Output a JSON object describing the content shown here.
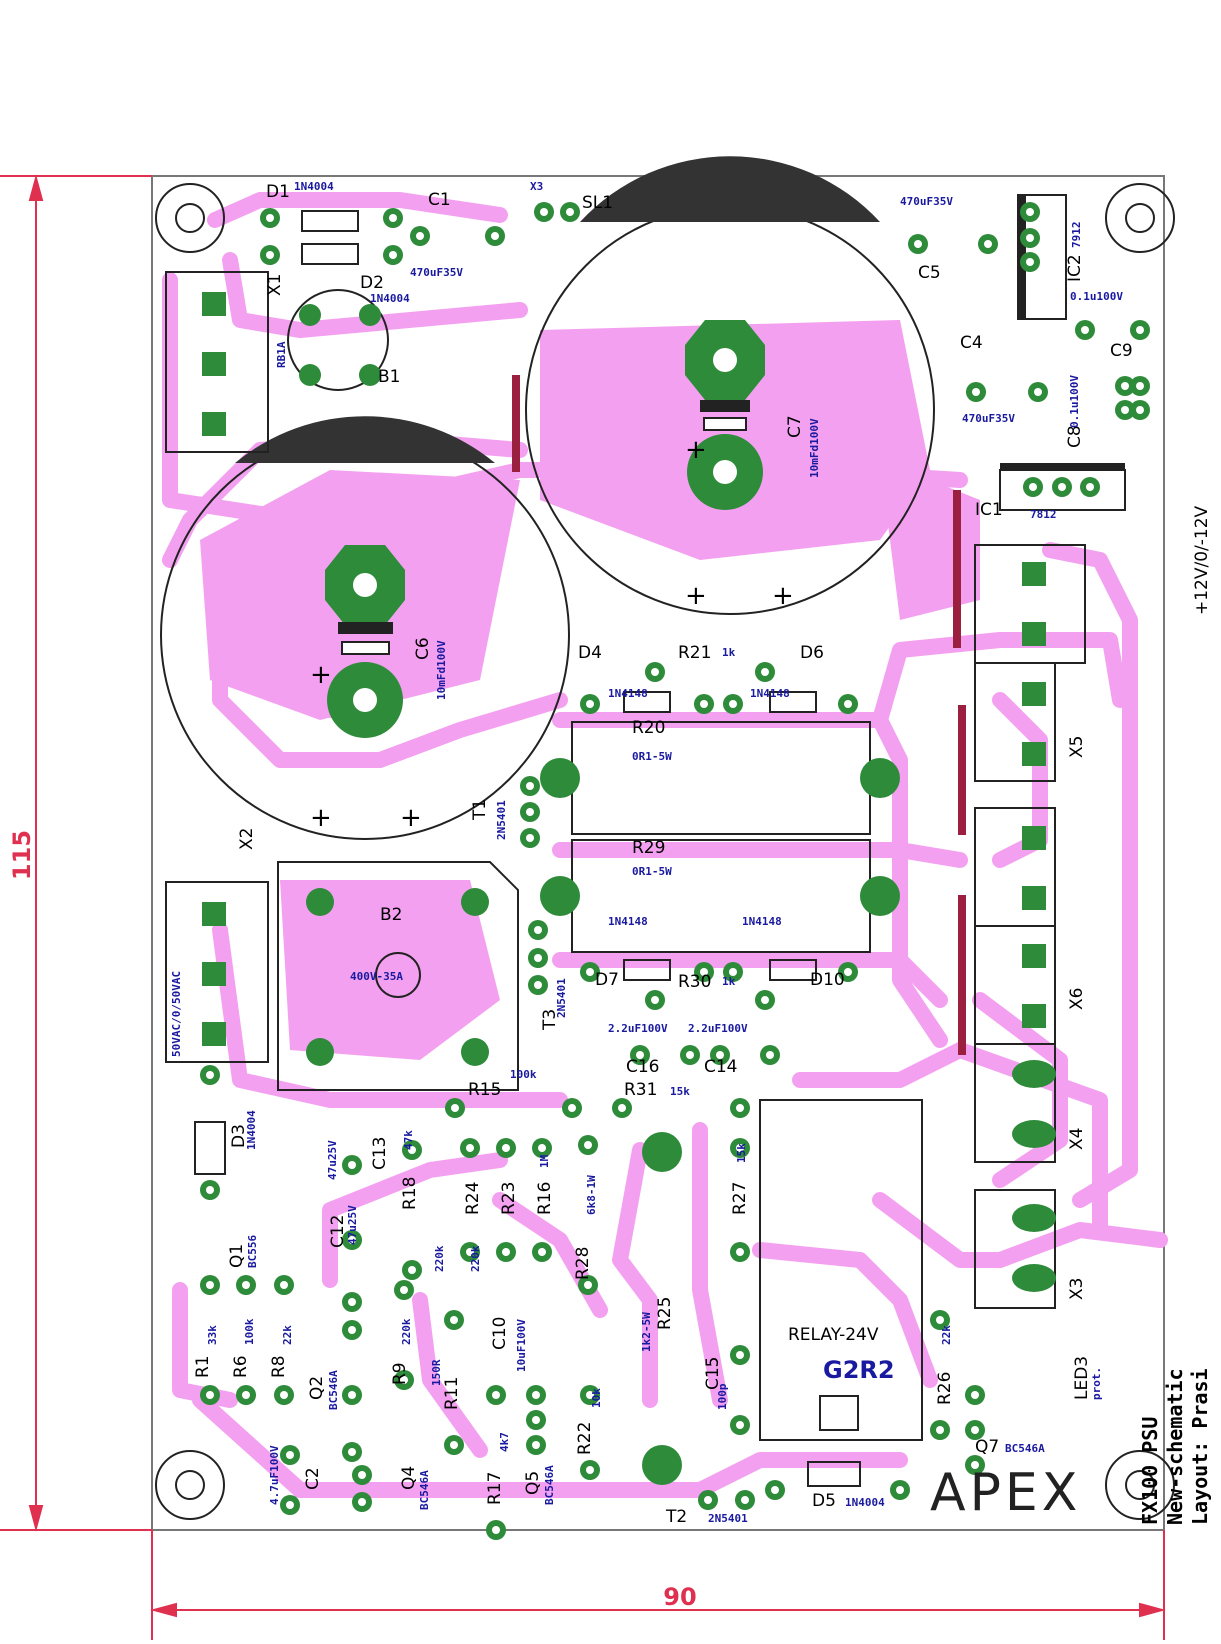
{
  "dimensions": {
    "height": "115",
    "width": "90"
  },
  "connector_labels": {
    "x2_voltage": "50VAC/0/50VAC",
    "out_voltage": "+12V/0/-12V"
  },
  "info": {
    "title": "FX100 PSU",
    "subtitle": "New-schematic",
    "layout": "Layout: Prasi",
    "brand": "APEX",
    "relay": "RELAY-24V",
    "relay_type": "G2R2",
    "led_note": "prot."
  },
  "colors": {
    "trace": "#f4a0f0",
    "pad": "#2e8b3a",
    "jumper": "#9b2040",
    "dimension": "#e03050"
  },
  "components": [
    {
      "ref": "D1",
      "value": "1N4004"
    },
    {
      "ref": "D2",
      "value": "1N4004"
    },
    {
      "ref": "C1",
      "value": "470uF35V"
    },
    {
      "ref": "SL1",
      "value": "X3"
    },
    {
      "ref": "X1",
      "value": ""
    },
    {
      "ref": "B1",
      "value": "RB1A"
    },
    {
      "ref": "C7",
      "value": "10mFd100V"
    },
    {
      "ref": "C6",
      "value": "10mFd100V"
    },
    {
      "ref": "C5",
      "value": "470uF35V"
    },
    {
      "ref": "IC2",
      "value": "7912"
    },
    {
      "ref": "C4",
      "value": "470uF35V"
    },
    {
      "ref": "C9",
      "value": "0.1u100V"
    },
    {
      "ref": "C8",
      "value": "0.1u100V"
    },
    {
      "ref": "IC1",
      "value": "7812"
    },
    {
      "ref": "D4",
      "value": "1N4148"
    },
    {
      "ref": "D6",
      "value": "1N4148"
    },
    {
      "ref": "R21",
      "value": "1k"
    },
    {
      "ref": "R20",
      "value": "0R1-5W"
    },
    {
      "ref": "R29",
      "value": "0R1-5W"
    },
    {
      "ref": "T1",
      "value": "2N5401"
    },
    {
      "ref": "X5",
      "value": ""
    },
    {
      "ref": "X2",
      "value": ""
    },
    {
      "ref": "B2",
      "value": "400V-35A"
    },
    {
      "ref": "X6",
      "value": ""
    },
    {
      "ref": "D7",
      "value": "1N4148"
    },
    {
      "ref": "D10",
      "value": "1N4148"
    },
    {
      "ref": "R30",
      "value": "1k"
    },
    {
      "ref": "T3",
      "value": "2N5401"
    },
    {
      "ref": "C16",
      "value": "2.2uF100V"
    },
    {
      "ref": "C14",
      "value": "2.2uF100V"
    },
    {
      "ref": "R15",
      "value": "100k"
    },
    {
      "ref": "R31",
      "value": "15k"
    },
    {
      "ref": "D3",
      "value": "1N4004"
    },
    {
      "ref": "C13",
      "value": "47u25V"
    },
    {
      "ref": "C12",
      "value": "47u25V"
    },
    {
      "ref": "R18",
      "value": "47k"
    },
    {
      "ref": "R24",
      "value": "220k"
    },
    {
      "ref": "R23",
      "value": "220k"
    },
    {
      "ref": "R16",
      "value": "1M"
    },
    {
      "ref": "R28",
      "value": "6k8-1W"
    },
    {
      "ref": "R27",
      "value": "15k"
    },
    {
      "ref": "X4",
      "value": ""
    },
    {
      "ref": "Q1",
      "value": "BC556"
    },
    {
      "ref": "X3",
      "value": ""
    },
    {
      "ref": "C10",
      "value": "10uF100V"
    },
    {
      "ref": "R25",
      "value": "1k2-5W"
    },
    {
      "ref": "R1",
      "value": "33k"
    },
    {
      "ref": "R6",
      "value": "100k"
    },
    {
      "ref": "R8",
      "value": "22k"
    },
    {
      "ref": "R9",
      "value": "220k"
    },
    {
      "ref": "R11",
      "value": "150R"
    },
    {
      "ref": "Q2",
      "value": "BC546A"
    },
    {
      "ref": "R17",
      "value": "4k7"
    },
    {
      "ref": "R22",
      "value": "10k"
    },
    {
      "ref": "C15",
      "value": "100p"
    },
    {
      "ref": "R26",
      "value": "22k"
    },
    {
      "ref": "LED3",
      "value": ""
    },
    {
      "ref": "Q7",
      "value": "BC546A"
    },
    {
      "ref": "C2",
      "value": "4.7uF100V"
    },
    {
      "ref": "Q4",
      "value": "BC546A"
    },
    {
      "ref": "Q5",
      "value": "BC546A"
    },
    {
      "ref": "T2",
      "value": "2N5401"
    },
    {
      "ref": "D5",
      "value": "1N4004"
    }
  ]
}
